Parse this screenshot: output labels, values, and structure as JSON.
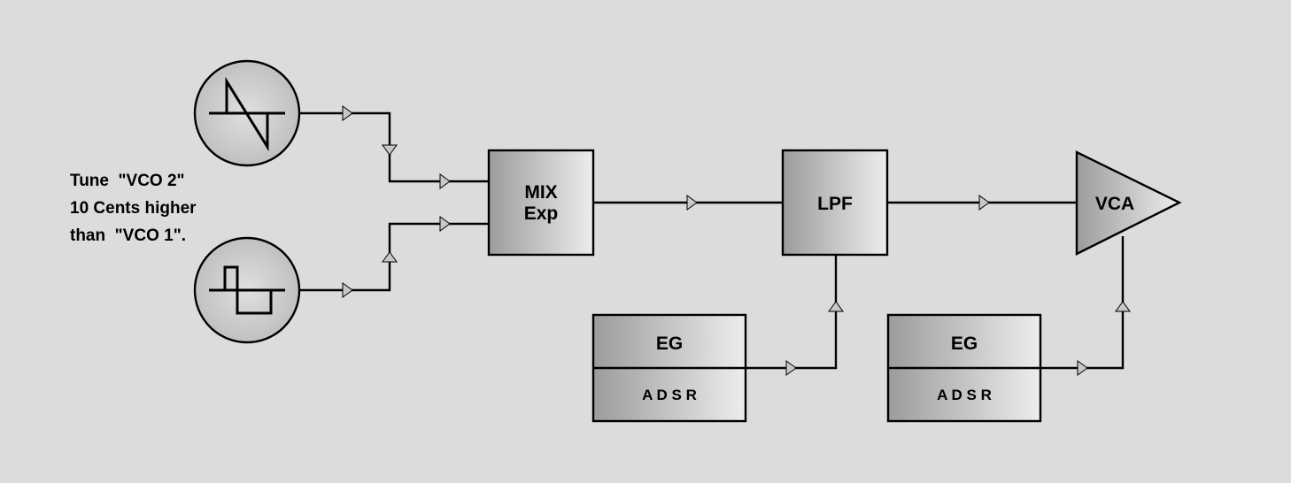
{
  "note": {
    "line1": "Tune  \"VCO 2\"",
    "line2": "10 Cents higher",
    "line3": "than  \"VCO 1\"."
  },
  "blocks": {
    "mix": {
      "line1": "MIX",
      "line2": "Exp"
    },
    "lpf": {
      "label": "LPF"
    },
    "vca": {
      "label": "VCA"
    },
    "eg1": {
      "label": "EG",
      "sub": "A D S R"
    },
    "eg2": {
      "label": "EG",
      "sub": "A D S R"
    }
  },
  "oscillators": [
    {
      "waveform": "sawtooth-icon"
    },
    {
      "waveform": "square-wave-icon"
    }
  ],
  "colors": {
    "background": "#dcdcdc",
    "stroke": "#000000",
    "block_light": "#ededed",
    "block_dark": "#9c9c9c"
  }
}
